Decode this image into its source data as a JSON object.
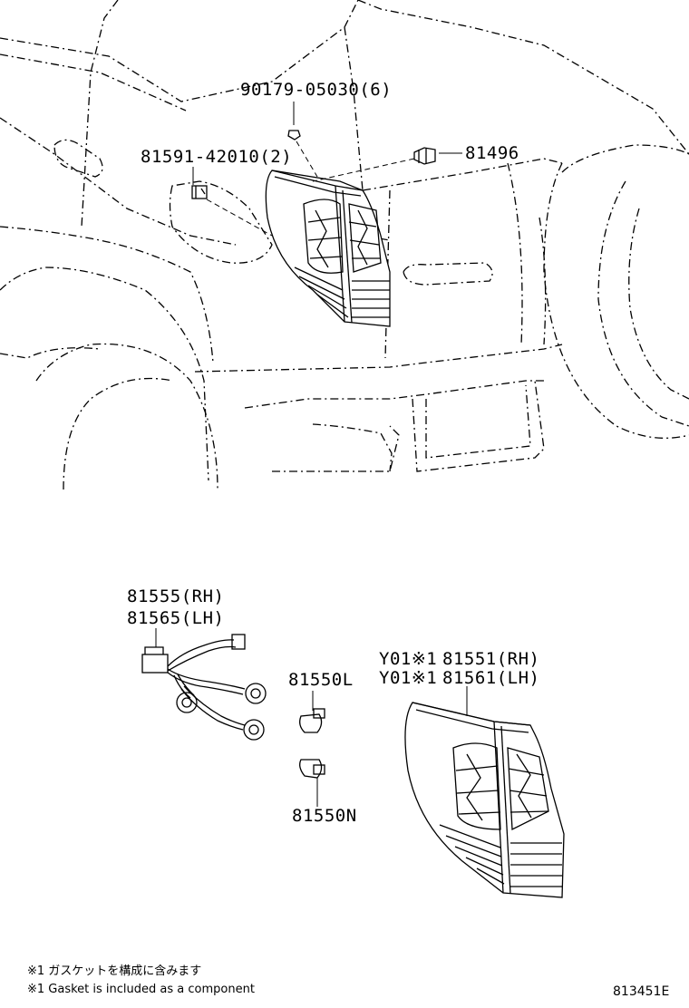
{
  "parts": {
    "screw": "90179-05030(6)",
    "clip": "81591-42010(2)",
    "socket": "81496",
    "wire_rh": "81555(RH)",
    "wire_lh": "81565(LH)",
    "bulb_l": "81550L",
    "bulb_n": "81550N",
    "lamp_rh_prefix": "Y01※1",
    "lamp_rh": "81551(RH)",
    "lamp_lh_prefix": "Y01※1",
    "lamp_lh": "81561(LH)"
  },
  "notes": {
    "jp": "※1 ガスケットを構成に含みます",
    "en": "※1 Gasket is included as a component"
  },
  "diagram_code": "813451E"
}
